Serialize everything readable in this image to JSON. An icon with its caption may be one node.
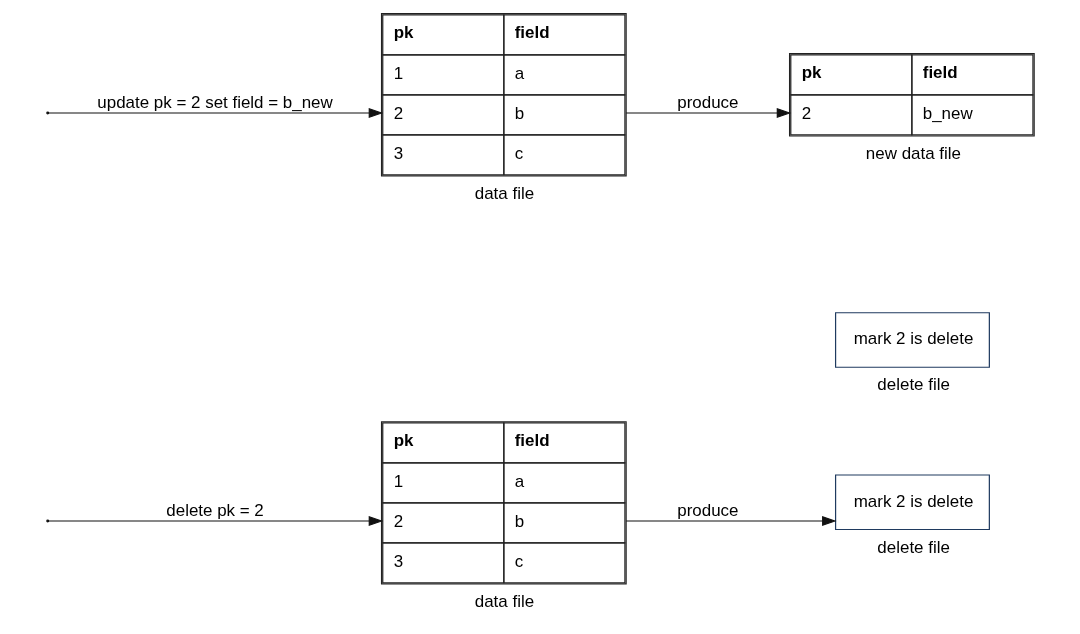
{
  "diagram": {
    "nodes": [
      {
        "text": [
          "pk",
          "field",
          "1",
          "a",
          "2",
          "b",
          "3",
          "c"
        ],
        "beside": [
          "data file"
        ]
      },
      {
        "text": [
          "mark 2 is delete"
        ],
        "beside": [
          "delete file"
        ]
      },
      {
        "text": [
          "pk",
          "field",
          "1",
          "a",
          "2",
          "b",
          "3",
          "c"
        ],
        "beside": [
          "data file"
        ]
      },
      {
        "text": [
          "pk",
          "field",
          "2",
          "b_new"
        ],
        "beside": [
          "new data file"
        ]
      },
      {
        "text": [
          "mark 2 is delete"
        ],
        "beside": [
          "delete file"
        ]
      }
    ],
    "edges": [
      {
        "from": null,
        "to": 0,
        "arrow": "to",
        "label": "delete pk = 2"
      },
      {
        "from": 0,
        "to": 1,
        "arrow": "to",
        "label": "produce"
      },
      {
        "from": null,
        "to": 2,
        "arrow": "to",
        "label": "update pk = 2 set field = b_new"
      },
      {
        "from": 2,
        "to": 3,
        "arrow": "to",
        "label": "produce"
      }
    ]
  }
}
